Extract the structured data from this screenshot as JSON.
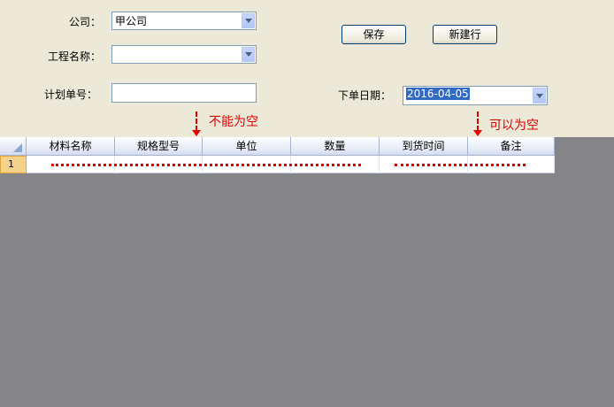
{
  "form": {
    "company_label": "公司：",
    "company_value": "甲公司",
    "project_label": "工程名称：",
    "project_value": "",
    "plan_no_label": "计划单号：",
    "plan_no_value": "",
    "order_date_label": "下单日期：",
    "order_date_value": "2016-04-05",
    "save_label": "保存",
    "new_label": "新建行"
  },
  "annotations": {
    "required": "不能为空",
    "optional": "可以为空"
  },
  "grid": {
    "columns": [
      "材料名称",
      "规格型号",
      "单位",
      "数量",
      "到货时间",
      "备注"
    ],
    "rows": [
      {
        "row_number": "1"
      }
    ]
  },
  "colors": {
    "background": "#ece9d8",
    "grid_empty_area": "#858488",
    "annotation": "#e00000",
    "selection": "#316ac5"
  }
}
